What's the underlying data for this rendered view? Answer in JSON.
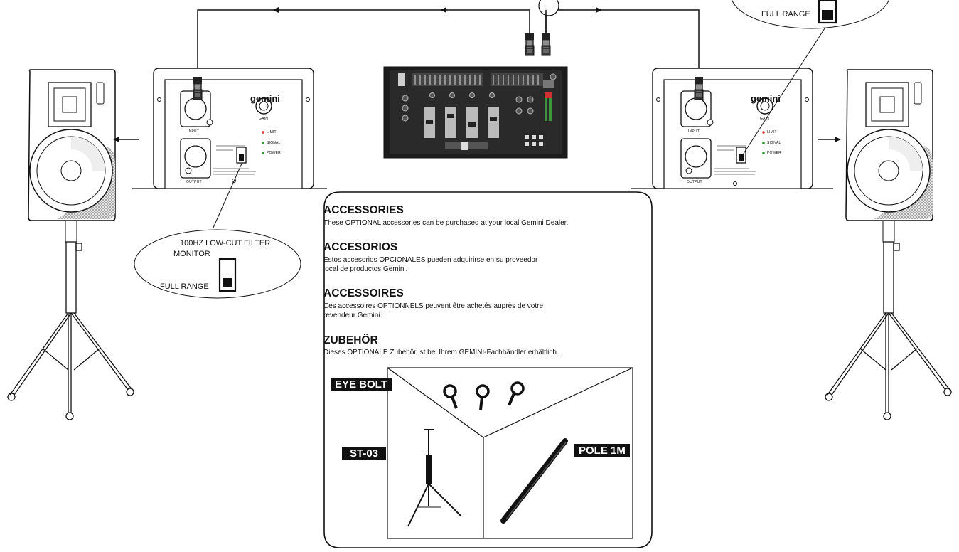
{
  "speakers": {
    "brand": "gemini"
  },
  "amp_panel": {
    "input_label": "INPUT",
    "output_label": "OUTPUT",
    "gain_label": "GAIN",
    "limit_label": "LIMIT",
    "signal_label": "SIGNAL",
    "power_label": "POWER"
  },
  "callout_left": {
    "title": "100HZ LOW-CUT FILTER",
    "monitor": "MONITOR",
    "full_range": "FULL RANGE"
  },
  "callout_right": {
    "full_range": "FULL RANGE"
  },
  "accessories": [
    {
      "heading": "ACCESSORIES",
      "text": "These OPTIONAL accessories can be purchased at your local Gemini Dealer."
    },
    {
      "heading": "ACCESORIOS",
      "text": "Estos accesorios OPCIONALES pueden adquirirse en su proveedor\nlocal de productos Gemini."
    },
    {
      "heading": "ACCESSOIRES",
      "text": "Ces accessoires OPTIONNELS peuvent être achetés auprès de votre\nrevendeur Gemini."
    },
    {
      "heading": "ZUBEHÖR",
      "text": "Dieses OPTIONALE Zubehör ist bei Ihrem GEMINI-Fachhändler erhältlich."
    }
  ],
  "items": {
    "eye_bolt": "EYE BOLT",
    "stand": "ST-03",
    "pole": "POLE 1M"
  },
  "colors": {
    "ink": "#111111",
    "paper": "#ffffff",
    "grille": "#9a9a9a",
    "mixer": "#1a1a1a"
  }
}
